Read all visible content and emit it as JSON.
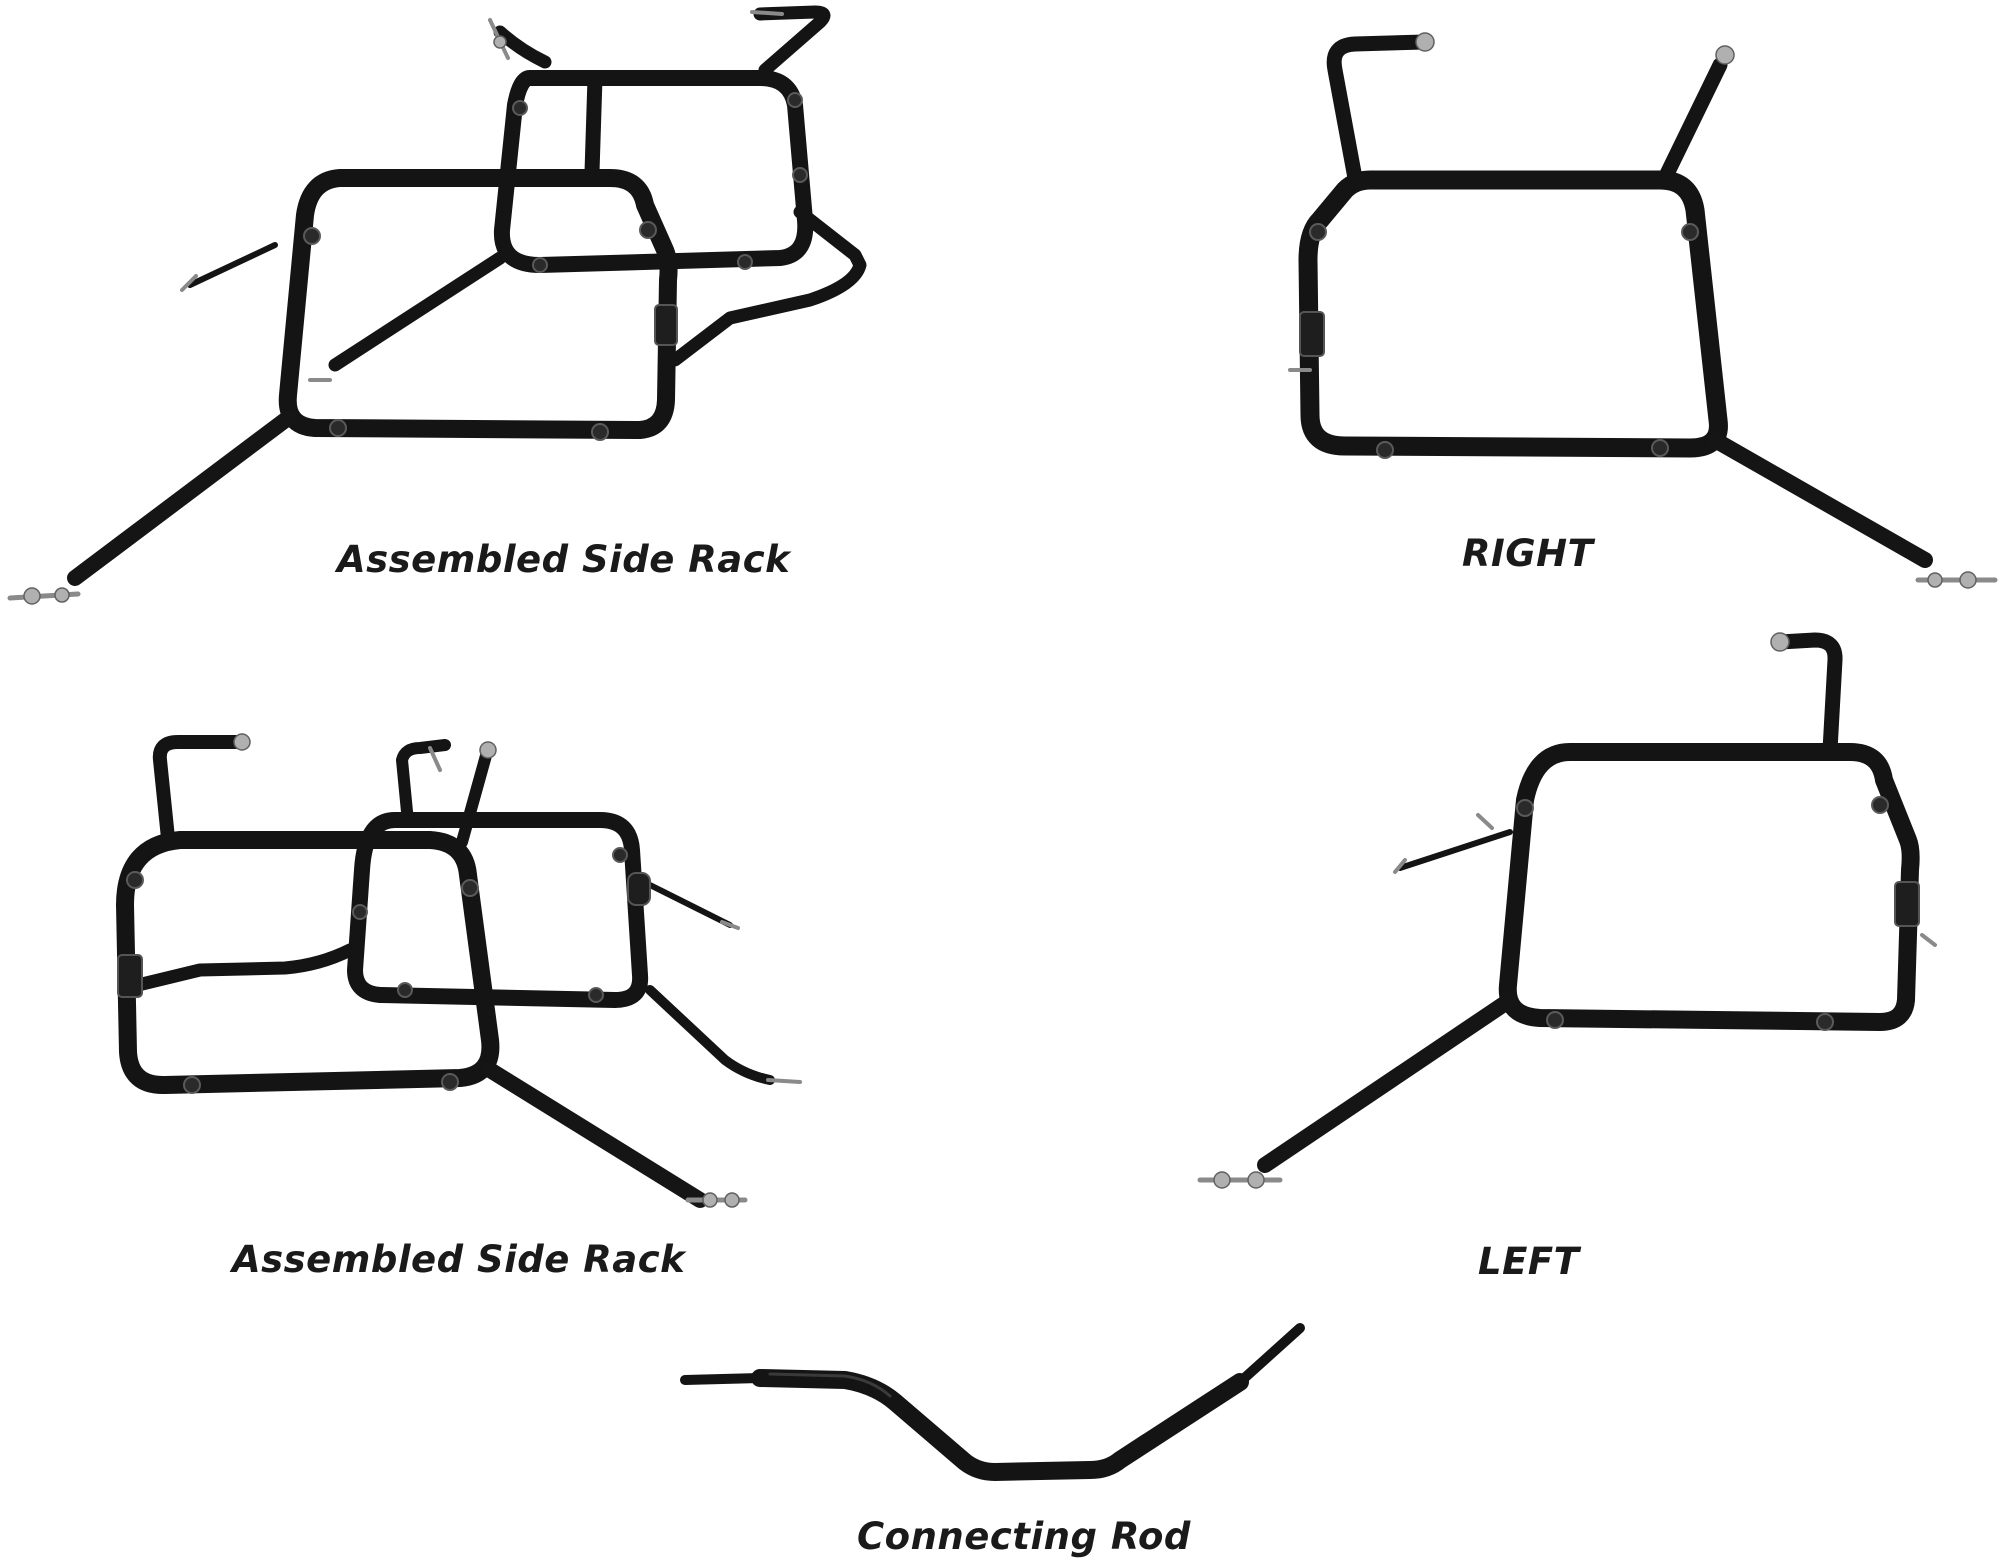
{
  "captions": {
    "assembled_top": "Assembled Side Rack",
    "right": "RIGHT",
    "assembled_bottom": "Assembled Side Rack",
    "left": "LEFT",
    "connecting_rod": "Connecting Rod"
  },
  "colors": {
    "background": "#ffffff",
    "tube": "#141414",
    "hardware": "#8a8a8a"
  }
}
